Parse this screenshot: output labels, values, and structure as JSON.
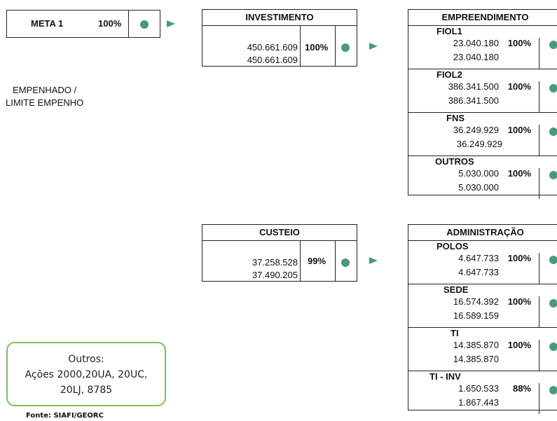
{
  "meta": {
    "label": "META 1",
    "pct": "100%"
  },
  "investimento": {
    "title": "INVESTIMENTO",
    "v1": "450.661.609",
    "v2": "450.661.609",
    "pct": "100%"
  },
  "custeio": {
    "title": "CUSTEIO",
    "v1": "37.258.528",
    "v2": "37.490.205",
    "pct": "99%"
  },
  "empenhado_label": [
    "EMPENHADO /",
    "LIMITE EMPENHO"
  ],
  "empreendimento": {
    "title": "EMPREENDIMENTO",
    "items": [
      {
        "name": "FIOL1",
        "v1": "23.040.180",
        "v2": "23.040.180",
        "pct": "100%"
      },
      {
        "name": "FIOL2",
        "v1": "386.341.500",
        "v2": "386.341.500",
        "pct": "100%"
      },
      {
        "name": "FNS",
        "v1": "36.249.929",
        "v2": "36.249.929",
        "pct": "100%"
      },
      {
        "name": "OUTROS",
        "v1": "5.030.000",
        "v2": "5.030.000",
        "pct": "100%"
      }
    ]
  },
  "administracao": {
    "title": "ADMINISTRAÇÃO",
    "items": [
      {
        "name": "POLOS",
        "v1": "4.647.733",
        "v2": "4.647.733",
        "pct": "100%"
      },
      {
        "name": "SEDE",
        "v1": "16.574.392",
        "v2": "16.589.159",
        "pct": "100%"
      },
      {
        "name": "TI",
        "v1": "14.385.870",
        "v2": "14.385.870",
        "pct": "100%"
      },
      {
        "name": "TI - INV",
        "v1": "1.650.533",
        "v2": "1.867.443",
        "pct": "88%"
      }
    ]
  },
  "outros": {
    "title": "Outros:",
    "line1": "Ações 2000,20UA, 20UC,",
    "line2": "20LJ, 8785"
  },
  "fonte": "Fonte: SIAFI/GEORC",
  "colors": {
    "status_dot": "#4a9a78",
    "flag": "#4a9a78",
    "outros_border": "#7cbf5a"
  }
}
